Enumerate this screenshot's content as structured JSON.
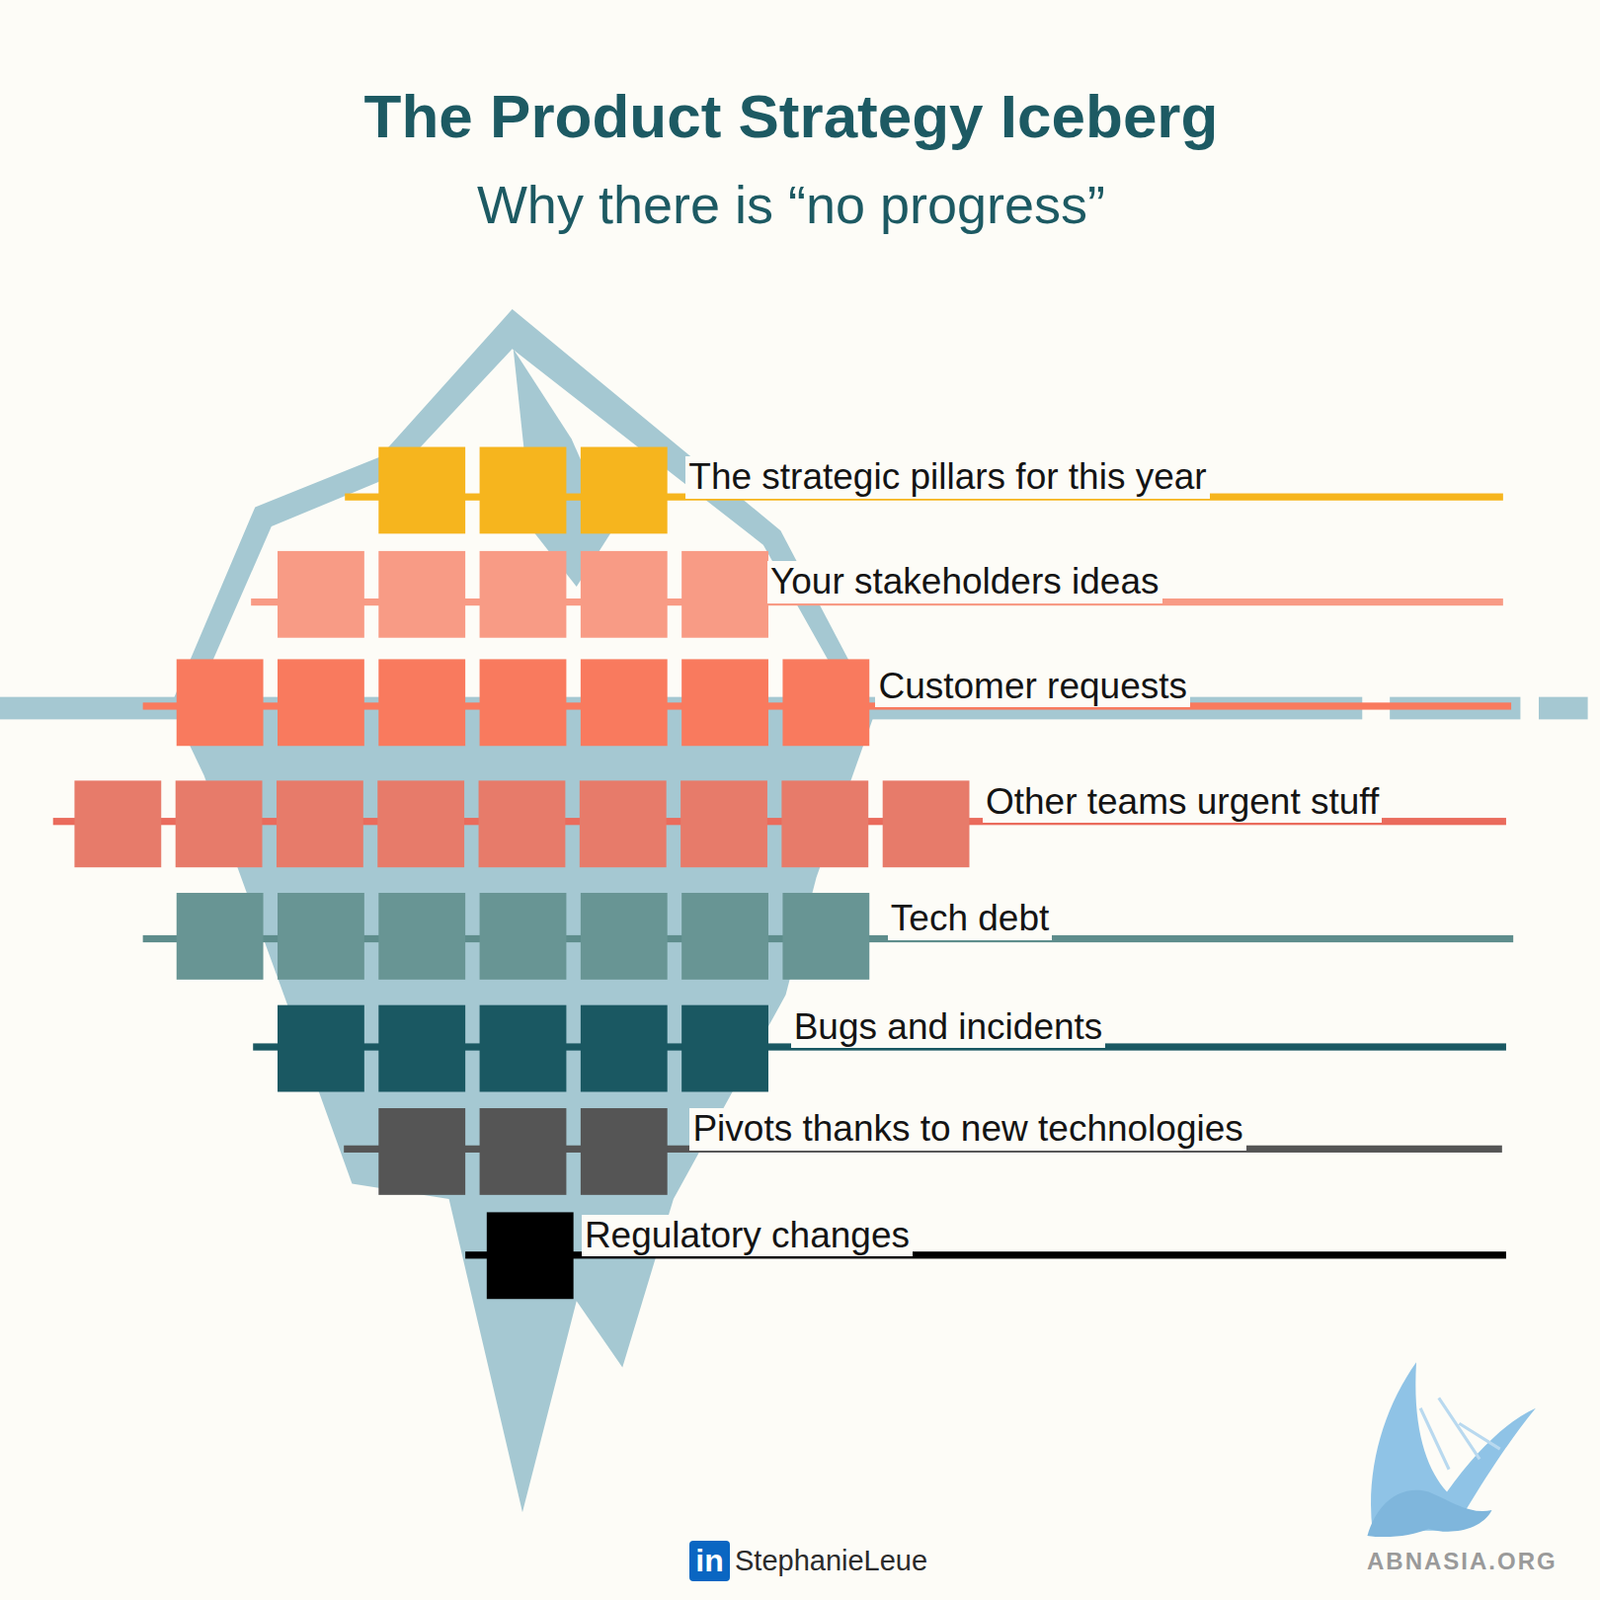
{
  "diagram": {
    "title": "The Product Strategy Iceberg",
    "caption": "Why there is “no progress”",
    "nodes": [
      {
        "text": [
          "The strategic pillars for this year"
        ]
      },
      {
        "text": [
          "Your stakeholders ideas"
        ]
      },
      {
        "text": [
          "Customer requests"
        ]
      },
      {
        "text": [
          "Other teams urgent stuff"
        ]
      },
      {
        "text": [
          "Tech debt"
        ]
      },
      {
        "text": [
          "Bugs and incidents"
        ]
      },
      {
        "text": [
          "Pivots thanks to new technologies"
        ]
      },
      {
        "text": [
          "Regulatory changes"
        ]
      }
    ],
    "labels": [
      "in",
      "StephanieLeue",
      "ABNASIA.ORG"
    ]
  }
}
